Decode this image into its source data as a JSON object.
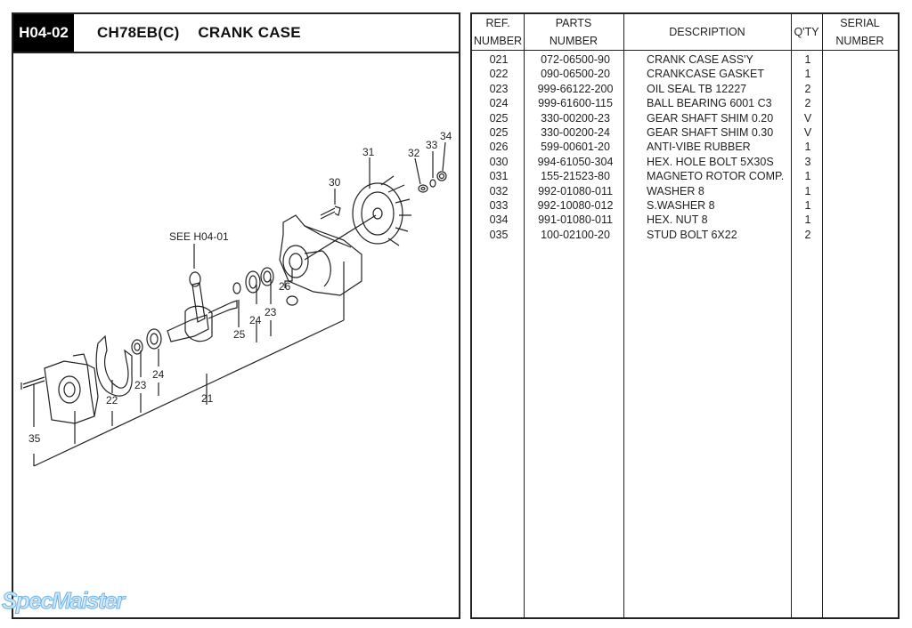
{
  "header": {
    "section_code": "H04-02",
    "model": "CH78EB(C)",
    "title": "CRANK CASE"
  },
  "diagram": {
    "callouts": [
      "21",
      "22",
      "23",
      "23",
      "24",
      "24",
      "25",
      "26",
      "30",
      "31",
      "32",
      "33",
      "34",
      "35"
    ],
    "reference_note": "SEE H04-01"
  },
  "table": {
    "headers": {
      "ref_line1": "REF.",
      "ref_line2": "NUMBER",
      "parts_line1": "PARTS",
      "parts_line2": "NUMBER",
      "description": "DESCRIPTION",
      "qty": "Q'TY",
      "serial_line1": "SERIAL",
      "serial_line2": "NUMBER"
    },
    "rows": [
      {
        "ref": "021",
        "part": "072-06500-90",
        "desc": "CRANK CASE ASS'Y",
        "qty": "1",
        "serial": ""
      },
      {
        "ref": "022",
        "part": "090-06500-20",
        "desc": "CRANKCASE GASKET",
        "qty": "1",
        "serial": ""
      },
      {
        "ref": "023",
        "part": "999-66122-200",
        "desc": "OIL SEAL TB 12227",
        "qty": "2",
        "serial": ""
      },
      {
        "ref": "024",
        "part": "999-61600-115",
        "desc": "BALL BEARING 6001 C3",
        "qty": "2",
        "serial": ""
      },
      {
        "ref": "025",
        "part": "330-00200-23",
        "desc": "GEAR SHAFT SHIM 0.20",
        "qty": "V",
        "serial": ""
      },
      {
        "ref": "025",
        "part": "330-00200-24",
        "desc": "GEAR SHAFT SHIM 0.30",
        "qty": "V",
        "serial": ""
      },
      {
        "ref": "026",
        "part": "599-00601-20",
        "desc": "ANTI-VIBE RUBBER",
        "qty": "1",
        "serial": ""
      },
      {
        "ref": "030",
        "part": "994-61050-304",
        "desc": "HEX. HOLE BOLT 5X30S",
        "qty": "3",
        "serial": ""
      },
      {
        "ref": "031",
        "part": "155-21523-80",
        "desc": "MAGNETO ROTOR COMP.",
        "qty": "1",
        "serial": ""
      },
      {
        "ref": "032",
        "part": "992-01080-011",
        "desc": "WASHER 8",
        "qty": "1",
        "serial": ""
      },
      {
        "ref": "033",
        "part": "992-10080-012",
        "desc": "S.WASHER 8",
        "qty": "1",
        "serial": ""
      },
      {
        "ref": "034",
        "part": "991-01080-011",
        "desc": "HEX. NUT 8",
        "qty": "1",
        "serial": ""
      },
      {
        "ref": "035",
        "part": "100-02100-20",
        "desc": "STUD BOLT 6X22",
        "qty": "2",
        "serial": ""
      }
    ]
  },
  "watermark": "SpecMaister"
}
